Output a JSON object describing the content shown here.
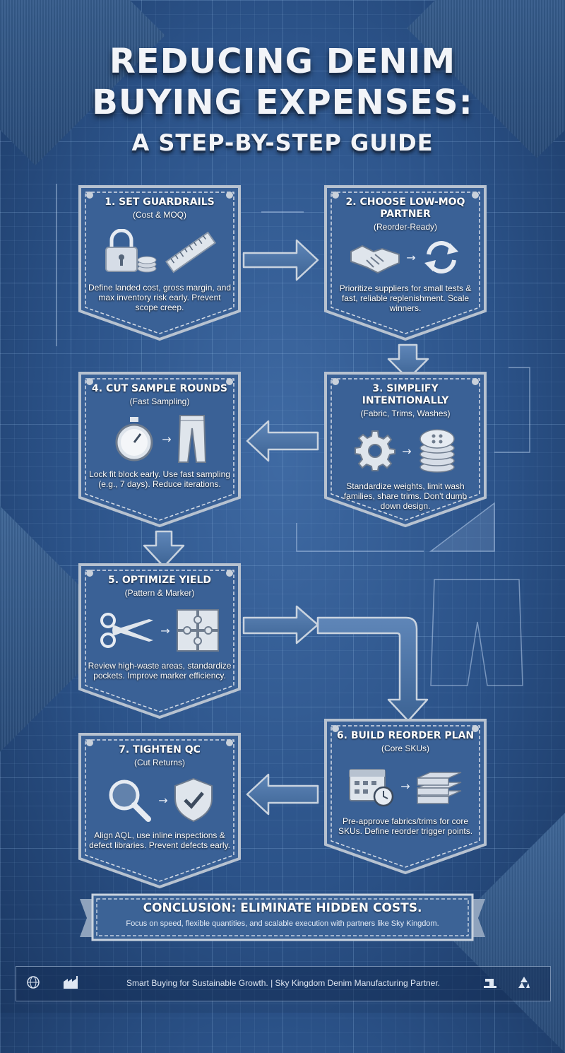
{
  "title": {
    "line1": "REDUCING DENIM",
    "line2": "BUYING EXPENSES:",
    "subtitle": "A STEP-BY-STEP GUIDE"
  },
  "steps": [
    {
      "title": "1. SET GUARDRAILS",
      "subtitle": "(Cost & MOQ)",
      "icons": [
        "padlock-coins-icon",
        "ruler-icon"
      ],
      "description": "Define landed cost, gross margin, and max inventory risk early. Prevent scope creep."
    },
    {
      "title": "2. CHOOSE LOW-MOQ PARTNER",
      "subtitle": "(Reorder-Ready)",
      "icons": [
        "handshake-icon",
        "refresh-icon"
      ],
      "description": "Prioritize suppliers for small tests & fast, reliable replenishment. Scale winners."
    },
    {
      "title": "3. SIMPLIFY INTENTIONALLY",
      "subtitle": "(Fabric, Trims, Washes)",
      "icons": [
        "gear-icon",
        "button-stack-icon"
      ],
      "description": "Standardize weights, limit wash families, share trims. Don't dumb down design."
    },
    {
      "title": "4. CUT SAMPLE ROUNDS",
      "subtitle": "(Fast Sampling)",
      "icons": [
        "stopwatch-icon",
        "jeans-icon"
      ],
      "description": "Lock fit block early. Use fast sampling (e.g., 7 days). Reduce iterations."
    },
    {
      "title": "5. OPTIMIZE YIELD",
      "subtitle": "(Pattern & Marker)",
      "icons": [
        "scissors-icon",
        "puzzle-icon"
      ],
      "description": "Review high-waste areas, standardize pockets. Improve marker efficiency."
    },
    {
      "title": "6. BUILD REORDER PLAN",
      "subtitle": "(Core SKUs)",
      "icons": [
        "calendar-clock-icon",
        "folded-jeans-icon"
      ],
      "description": "Pre-approve fabrics/trims for core SKUs. Define reorder trigger points."
    },
    {
      "title": "7. TIGHTEN QC",
      "subtitle": "(Cut Returns)",
      "icons": [
        "magnifier-icon",
        "shield-check-icon"
      ],
      "description": "Align AQL, use inline inspections & defect libraries. Prevent defects early."
    }
  ],
  "conclusion": {
    "title": "CONCLUSION: ELIMINATE HIDDEN COSTS.",
    "text": "Focus on speed, flexible quantities, and scalable execution with partners like Sky Kingdom."
  },
  "footer": {
    "text": "Smart Buying for Sustainable Growth. | Sky Kingdom Denim Manufacturing Partner.",
    "icons": [
      "globe-icon",
      "factory-icon",
      "sewing-machine-icon",
      "recycle-icon"
    ]
  },
  "colors": {
    "background": "#2b5288",
    "card_fill": "#3a6196",
    "card_border": "#b7c2d0",
    "arrow_fill": "#4b74a6"
  }
}
